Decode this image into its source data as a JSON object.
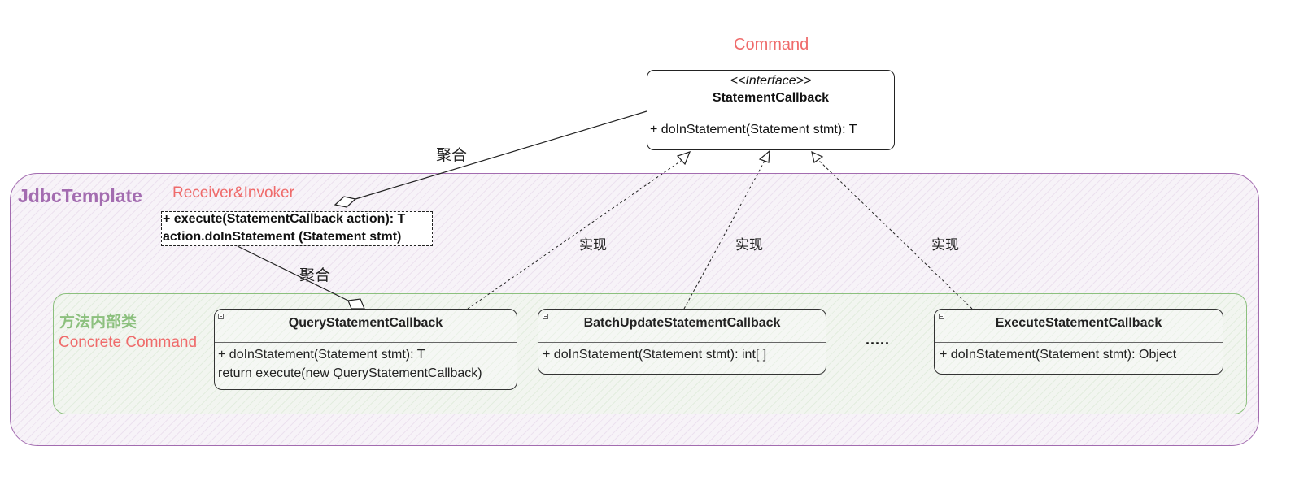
{
  "labels": {
    "command": "Command",
    "jdbc_template": "JdbcTemplate",
    "receiver_invoker": "Receiver&Invoker",
    "inner_class": "方法内部类",
    "concrete_command": "Concrete Command",
    "ellipsis": "....."
  },
  "interface": {
    "stereotype": "<<Interface>>",
    "name": "StatementCallback",
    "method": "+ doInStatement(Statement stmt): T"
  },
  "invoker": {
    "line1": "+ execute(StatementCallback action): T",
    "line2": "action.doInStatement (Statement stmt)"
  },
  "classes": {
    "query": {
      "name": "QueryStatementCallback",
      "method1": "+ doInStatement(Statement stmt): T",
      "method2": "return execute(new QueryStatementCallback)"
    },
    "batch": {
      "name": "BatchUpdateStatementCallback",
      "method": "+ doInStatement(Statement stmt): int[ ]"
    },
    "execute": {
      "name": "ExecuteStatementCallback",
      "method": "+ doInStatement(Statement stmt): Object"
    }
  },
  "edges": {
    "aggregation_1": "聚合",
    "aggregation_2": "聚合",
    "realization_1": "实现",
    "realization_2": "实现",
    "realization_3": "实现"
  },
  "colors": {
    "accent_red": "#ef6b6b",
    "container_purple": "#a36cb0",
    "container_green": "#8cc07e"
  }
}
